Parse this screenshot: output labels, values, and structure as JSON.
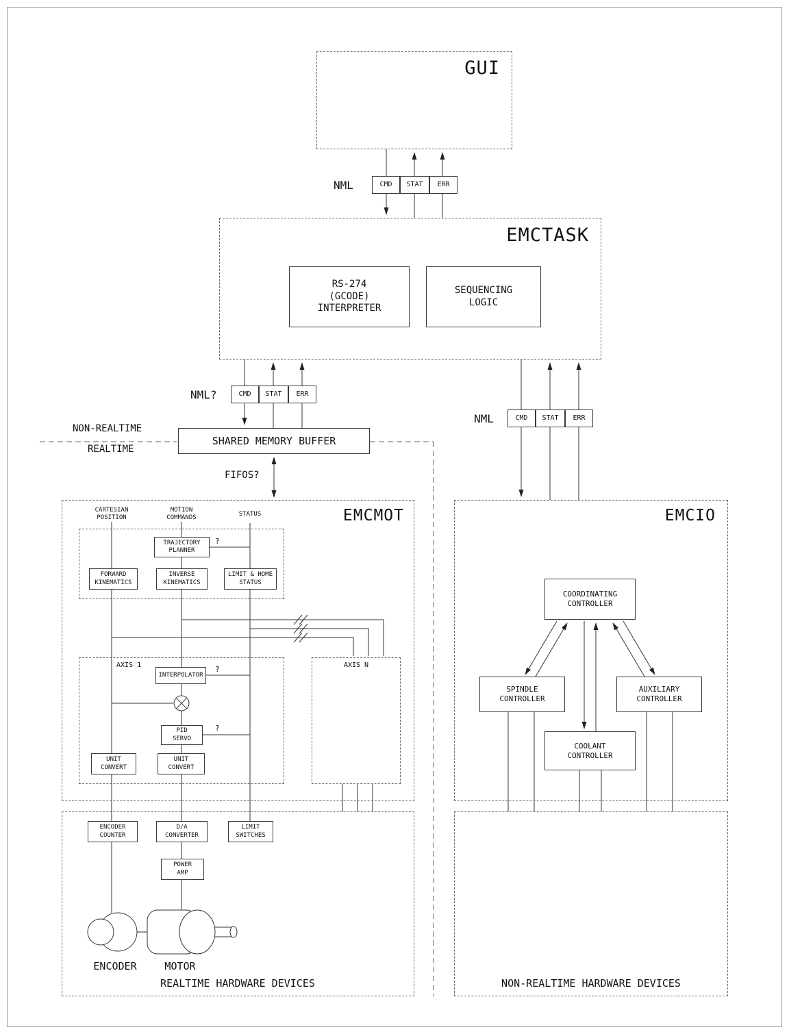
{
  "headings": {
    "gui": "GUI",
    "emctask": "EMCTASK",
    "emcmot": "EMCMOT",
    "emcio": "EMCIO"
  },
  "nml_labels": {
    "top": "NML",
    "left": "NML?",
    "right": "NML"
  },
  "nml_channels": {
    "cmd": "CMD",
    "stat": "STAT",
    "err": "ERR"
  },
  "emctask": {
    "interpreter": "RS-274\n(GCODE)\nINTERPRETER",
    "sequencing": "SEQUENCING\nLOGIC"
  },
  "divider": {
    "non_realtime": "NON-REALTIME",
    "realtime": "REALTIME"
  },
  "shared_memory_buffer": "SHARED MEMORY BUFFER",
  "fifos_label": "FIFOS?",
  "emcmot": {
    "col_cartesian": "CARTESIAN\nPOSITION",
    "col_motion": "MOTION\nCOMMANDS",
    "col_status": "STATUS",
    "trajectory_planner": "TRAJECTORY\nPLANNER",
    "forward_kinematics": "FORWARD\nKINEMATICS",
    "inverse_kinematics": "INVERSE\nKINEMATICS",
    "limit_home_status": "LIMIT & HOME\nSTATUS",
    "axis1": "AXIS 1",
    "axisn": "AXIS N",
    "interpolator": "INTERPOLATOR",
    "pid_servo": "PID\nSERVO",
    "unit_convert": "UNIT\nCONVERT",
    "question": "?"
  },
  "emcio": {
    "coordinating": "COORDINATING\nCONTROLLER",
    "spindle": "SPINDLE\nCONTROLLER",
    "auxiliary": "AUXILIARY\nCONTROLLER",
    "coolant": "COOLANT\nCONTROLLER"
  },
  "hardware": {
    "encoder_counter": "ENCODER\nCOUNTER",
    "da_converter": "D/A\nCONVERTER",
    "limit_switches": "LIMIT\nSWITCHES",
    "power_amp": "POWER\nAMP",
    "encoder": "ENCODER",
    "motor": "MOTOR",
    "realtime_title": "REALTIME HARDWARE DEVICES",
    "nonrealtime_title": "NON-REALTIME HARDWARE DEVICES"
  }
}
